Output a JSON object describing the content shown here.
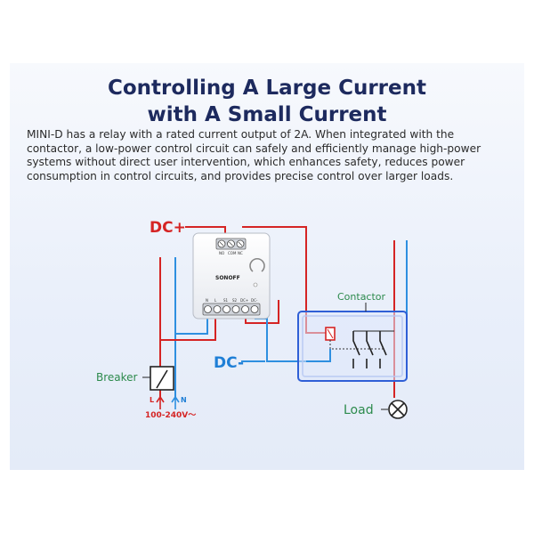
{
  "header": {
    "title_line1": "Controlling A Large Current",
    "title_line2": "with A Small Current"
  },
  "description": "MINI-D has a relay with a rated current output of 2A. When integrated with the contactor, a low-power control circuit can safely and efficiently manage high-power systems without direct user intervention, which enhances safety, reduces power consumption in control circuits, and provides precise control over larger loads.",
  "diagram": {
    "labels": {
      "dc_plus": "DC+",
      "dc_minus": "DC-",
      "contactor": "Contactor",
      "breaker": "Breaker",
      "load": "Load",
      "line": "L",
      "neutral": "N",
      "voltage": "100-240V～"
    },
    "device": {
      "brand": "SONOFF",
      "top_terminals": [
        "NO",
        "COM",
        "NC"
      ],
      "bottom_terminals": [
        "N",
        "L",
        "S1",
        "S2",
        "DC+",
        "DC-"
      ]
    },
    "colors": {
      "live": "#d52424",
      "neutral": "#2e8fe0",
      "label_green": "#2c8a4c",
      "contactor_box": "#2f5fd6"
    }
  }
}
